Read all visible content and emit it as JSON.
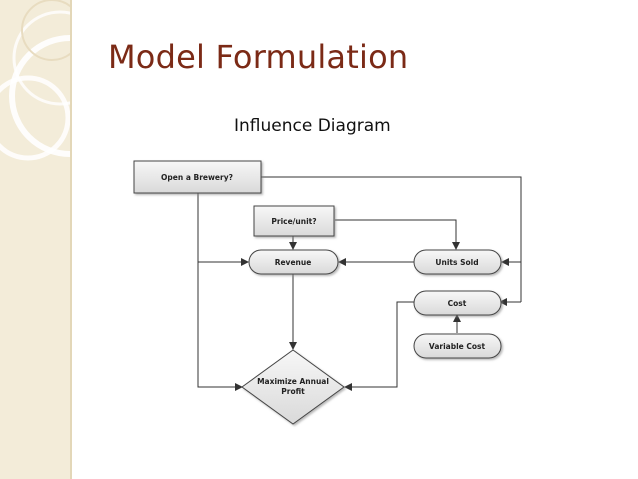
{
  "slide": {
    "title": "Model Formulation",
    "subtitle": "Influence Diagram"
  },
  "diagram": {
    "nodes": {
      "open_brewery": "Open a Brewery?",
      "price_unit": "Price/unit?",
      "revenue": "Revenue",
      "units_sold": "Units Sold",
      "cost": "Cost",
      "variable_cost": "Variable Cost",
      "maximize_line1": "Maximize Annual",
      "maximize_line2": "Profit"
    },
    "edges": [
      {
        "from": "Open a Brewery?",
        "to": "Units Sold"
      },
      {
        "from": "Open a Brewery?",
        "to": "Cost"
      },
      {
        "from": "Open a Brewery?",
        "to": "Revenue"
      },
      {
        "from": "Open a Brewery?",
        "to": "Maximize Annual Profit"
      },
      {
        "from": "Price/unit?",
        "to": "Revenue"
      },
      {
        "from": "Price/unit?",
        "to": "Units Sold"
      },
      {
        "from": "Units Sold",
        "to": "Revenue"
      },
      {
        "from": "Revenue",
        "to": "Maximize Annual Profit"
      },
      {
        "from": "Variable Cost",
        "to": "Cost"
      },
      {
        "from": "Cost",
        "to": "Maximize Annual Profit"
      }
    ]
  },
  "colors": {
    "title": "#7b2a16",
    "side_band": "#f3ecd9",
    "node_fill_top": "#f7f7f7",
    "node_fill_bottom": "#d9d9d9",
    "line": "#333333"
  }
}
